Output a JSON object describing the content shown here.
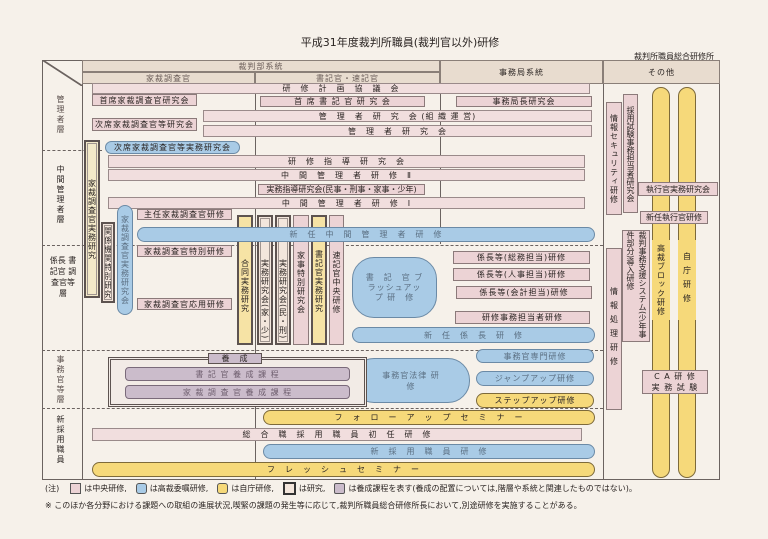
{
  "title": "平成31年度裁判所職員(裁判官以外)研修",
  "institute": "裁判所職員総合研修所",
  "header": {
    "court_line": "裁判部系統",
    "family_investigator": "家裁調査官",
    "clerk": "書記官・速記官",
    "secretariat_line": "事務局系統",
    "other": "その他"
  },
  "levels": {
    "manager": "管理者層",
    "middle": "中間管理者層",
    "chief": "係長 書記官 調査官等層",
    "clerk": "事務官等層",
    "new": "新採用職員"
  },
  "boxes": {
    "planning": "研　修　計　画　協　議　会",
    "chief_fi": "首席家裁調査官研究会",
    "chief_clerk": "首 席 書 記 官 研 究 会",
    "sec_director": "事務局長研究会",
    "mgr_org": "管　理　者　研　究　会 (組 織 運 営)",
    "deputy_fi": "次席家裁調査官等研究会",
    "mgr": "管　理　者　研　究　会",
    "deputy_fi_practice": "次席家裁調査官等実務研究会",
    "fi_practice_research": "家裁調査官実務研究",
    "training_guidance": "研　修　指　導　研　究　会",
    "middle_2": "中　間　管　理　者　研　修　Ⅱ",
    "practice_guidance": "実務指導研究会(民事・刑事・家事・少年)",
    "middle_1": "中　間　管　理　者　研　修　Ⅰ",
    "senior_fi": "主任家裁調査官研修",
    "new_middle": "新　任　中　間　管　理　者　研　修",
    "fi_practice_group": "家裁調査官実務研究会",
    "agency_special": "関係機関特別研究",
    "fi_special": "家裁調査官特別研修",
    "fi_applied": "家裁調査官応用研修",
    "joint_practice": "合同実務研究",
    "practice_family": "実務研究会(家・少)",
    "practice_civil": "実務研究会(民・刑)",
    "family_special": "家事特別研究会",
    "clerk_practice": "書記官実務研究",
    "stenographer": "速記官中央研修",
    "clerk_brushup": "書　記　官 ブラッシュアップ 研　修",
    "chief_general": "係長等(総務担当)研修",
    "chief_hr": "係長等(人事担当)研修",
    "chief_acct": "係長等(会計担当)研修",
    "training_staff": "研修事務担当者研修",
    "new_chief": "新　任　係　長　研　修",
    "clerk_special": "事務官専門研修",
    "clerk_law": "事務官法律 研　修",
    "jump_up": "ジャンプアップ研修",
    "step_up": "ステップアップ研修",
    "training_course": "養　成",
    "clerk_course": "書 記 官 養 成 課 程",
    "fi_course": "家 裁 調 査 官 養 成 課 程",
    "follow_up": "フ　ォ　ロ　ー　ア　ッ　プ　セ　ミ　ナ　ー",
    "career_new": "総　合　職　採　用　職　員　初　任　研　修",
    "new_staff": "新　採　用　職　員　研　修",
    "fresh": "フ　レ　ッ　シ　ュ　セ　ミ　ナ　ー",
    "info_security": "情報セキュリティ研修",
    "exam_staff": "採用試験事務担当者研究会",
    "bailiff_practice": "執行官実務研究会",
    "new_bailiff": "新任執行官研修",
    "system_intro": "裁判事務支援システム(少年事件部分)導入研修",
    "info_processing": "情報処理研修",
    "high_court_block": "高裁ブロック研修",
    "own_court": "自庁研修",
    "ca_1": "C A 研 修",
    "ca_2": "実 務 試 験"
  },
  "legend": {
    "prefix": "(注)",
    "central": "は中央研修,",
    "high_court": "は高裁委嘱研修,",
    "own": "は自庁研修,",
    "research": "は研究,",
    "course": "は養成課程を表す(養成の配置については,階層や系統と関連したものではない)。"
  },
  "note": "※ このほか各分野における課題への取組の進展状況,喫緊の課題の発生等に応じて,裁判所職員総合研修所長において,別途研修を実施することがある。",
  "colors": {
    "central": "#ecd3d5",
    "high_court": "#a9cbe6",
    "own": "#f6d97a",
    "course": "#cbbccb"
  }
}
